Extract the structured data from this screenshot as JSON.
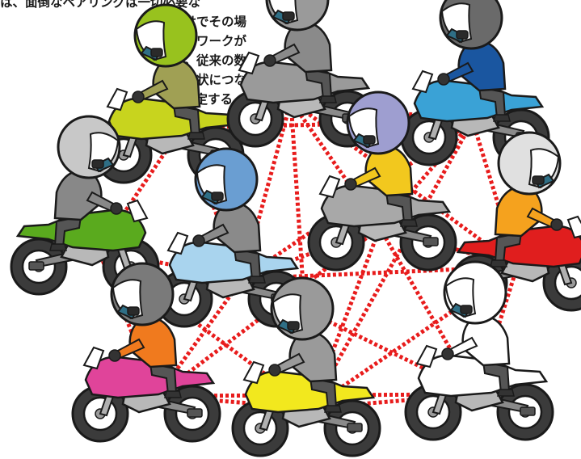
{
  "caption": {
    "lines": [
      "は、面倒なペアリングは一切必要な",
      "だけでその場",
      "ットワークが",
      "る。従来の数",
      "の目状につな",
      "安定する"
    ]
  },
  "colors": {
    "link": "#e81c1c",
    "outline": "#1a1a1a",
    "tire": "#3b3b3b",
    "visor": "#2f6f86"
  },
  "riders": [
    {
      "id": "rider-top-left",
      "bike": "#c8d41e",
      "jacket": "#a0a054",
      "helmet": "#98c21e",
      "facing": "right"
    },
    {
      "id": "rider-top-center",
      "bike": "#9a9a9a",
      "jacket": "#8a8a8a",
      "helmet": "#9a9a9a",
      "facing": "right"
    },
    {
      "id": "rider-top-right",
      "bike": "#3aa2d6",
      "jacket": "#1a56a0",
      "helmet": "#6a6a6a",
      "facing": "right"
    },
    {
      "id": "rider-mid-left",
      "bike": "#5aaa1e",
      "jacket": "#888888",
      "helmet": "#c8c8c8",
      "facing": "left"
    },
    {
      "id": "rider-mid-center",
      "bike": "#a9d4ee",
      "jacket": "#8a8a8a",
      "helmet": "#6a9ed2",
      "facing": "right"
    },
    {
      "id": "rider-center-right",
      "bike": "#a8a8a8",
      "jacket": "#f2c81e",
      "helmet": "#9e9ed0",
      "facing": "right"
    },
    {
      "id": "rider-mid-right",
      "bike": "#e01e1e",
      "jacket": "#f5a21e",
      "helmet": "#e0e0e0",
      "facing": "left"
    },
    {
      "id": "rider-bottom-left",
      "bike": "#e0449a",
      "jacket": "#f07a1e",
      "helmet": "#7a7a7a",
      "facing": "right"
    },
    {
      "id": "rider-bottom-center",
      "bike": "#f2e81e",
      "jacket": "#9a9a9a",
      "helmet": "#9a9a9a",
      "facing": "right"
    },
    {
      "id": "rider-bottom-right",
      "bike": "#ffffff",
      "jacket": "#ffffff",
      "helmet": "#ffffff",
      "facing": "right"
    }
  ]
}
